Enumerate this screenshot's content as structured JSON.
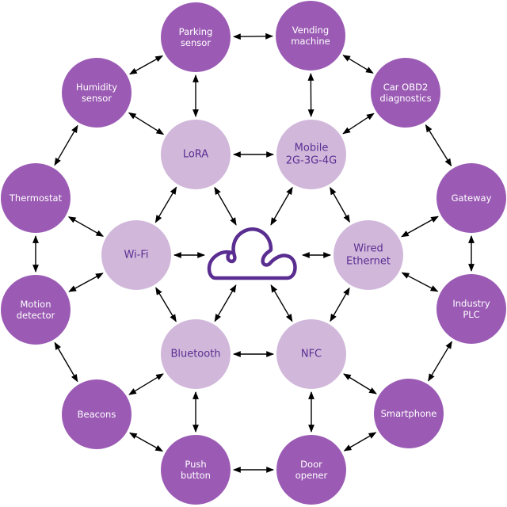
{
  "title": "IoT connectivity network diagram",
  "colors": {
    "device": "#9b5bb4",
    "technology": "#d1b8db",
    "device_text": "#ffffff",
    "technology_text": "#5a2d91",
    "cloud": "#5a2d91",
    "arrow": "#000000"
  },
  "center": {
    "id": "cloud",
    "label": "Cloud",
    "icon": "cloud-icon"
  },
  "technologies": [
    {
      "id": "lora",
      "lines": [
        "LoRA"
      ]
    },
    {
      "id": "mobile",
      "lines": [
        "Mobile",
        "2G-3G-4G"
      ]
    },
    {
      "id": "ethernet",
      "lines": [
        "Wired",
        "Ethernet"
      ]
    },
    {
      "id": "nfc",
      "lines": [
        "NFC"
      ]
    },
    {
      "id": "bluetooth",
      "lines": [
        "Bluetooth"
      ]
    },
    {
      "id": "wifi",
      "lines": [
        "Wi-Fi"
      ]
    }
  ],
  "devices": [
    {
      "id": "parking",
      "lines": [
        "Parking",
        "sensor"
      ]
    },
    {
      "id": "vending",
      "lines": [
        "Vending",
        "machine"
      ]
    },
    {
      "id": "obd2",
      "lines": [
        "Car OBD2",
        "diagnostics"
      ]
    },
    {
      "id": "gateway",
      "lines": [
        "Gateway"
      ]
    },
    {
      "id": "plc",
      "lines": [
        "Industry",
        "PLC"
      ]
    },
    {
      "id": "smartphone",
      "lines": [
        "Smartphone"
      ]
    },
    {
      "id": "door",
      "lines": [
        "Door",
        "opener"
      ]
    },
    {
      "id": "push",
      "lines": [
        "Push",
        "button"
      ]
    },
    {
      "id": "beacons",
      "lines": [
        "Beacons"
      ]
    },
    {
      "id": "motion",
      "lines": [
        "Motion",
        "detector"
      ]
    },
    {
      "id": "thermostat",
      "lines": [
        "Thermostat"
      ]
    },
    {
      "id": "humidity",
      "lines": [
        "Humidity",
        "sensor"
      ]
    }
  ],
  "edges": [
    [
      "parking",
      "vending"
    ],
    [
      "vending",
      "obd2"
    ],
    [
      "obd2",
      "gateway"
    ],
    [
      "gateway",
      "plc"
    ],
    [
      "plc",
      "smartphone"
    ],
    [
      "smartphone",
      "door"
    ],
    [
      "door",
      "push"
    ],
    [
      "push",
      "beacons"
    ],
    [
      "beacons",
      "motion"
    ],
    [
      "motion",
      "thermostat"
    ],
    [
      "thermostat",
      "humidity"
    ],
    [
      "humidity",
      "parking"
    ],
    [
      "parking",
      "lora"
    ],
    [
      "humidity",
      "lora"
    ],
    [
      "vending",
      "mobile"
    ],
    [
      "obd2",
      "mobile"
    ],
    [
      "gateway",
      "ethernet"
    ],
    [
      "plc",
      "ethernet"
    ],
    [
      "smartphone",
      "nfc"
    ],
    [
      "door",
      "nfc"
    ],
    [
      "push",
      "bluetooth"
    ],
    [
      "beacons",
      "bluetooth"
    ],
    [
      "motion",
      "wifi"
    ],
    [
      "thermostat",
      "wifi"
    ],
    [
      "lora",
      "mobile"
    ],
    [
      "mobile",
      "ethernet"
    ],
    [
      "ethernet",
      "nfc"
    ],
    [
      "nfc",
      "bluetooth"
    ],
    [
      "bluetooth",
      "wifi"
    ],
    [
      "wifi",
      "lora"
    ],
    [
      "lora",
      "cloud"
    ],
    [
      "mobile",
      "cloud"
    ],
    [
      "ethernet",
      "cloud"
    ],
    [
      "nfc",
      "cloud"
    ],
    [
      "bluetooth",
      "cloud"
    ],
    [
      "wifi",
      "cloud"
    ]
  ]
}
